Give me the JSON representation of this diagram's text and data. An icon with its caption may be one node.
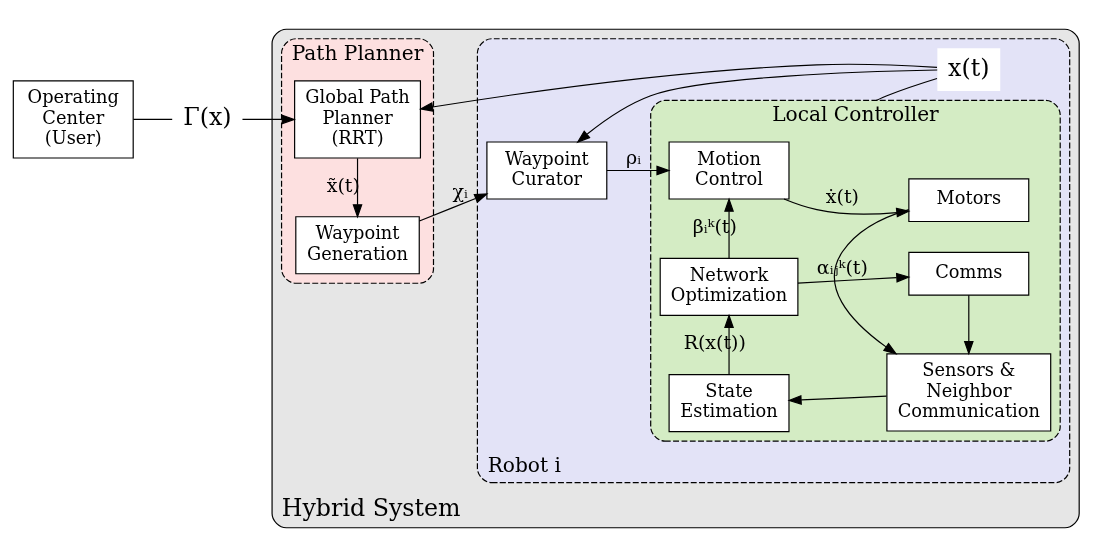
{
  "diagram": {
    "nodes": [
      {
        "text": [
          "Operating Center (User)"
        ]
      },
      {
        "text": [
          "Γ(x)"
        ]
      },
      {
        "text": [
          "Hybrid System"
        ]
      },
      {
        "text": [
          "Path Planner"
        ],
        "in": 2
      },
      {
        "text": [
          "Waypoint Generation"
        ],
        "in": 3
      },
      {
        "text": [
          "Global Path Planner (RRT)"
        ],
        "in": 3
      },
      {
        "text": [
          "Robot i"
        ],
        "in": 2
      },
      {
        "text": [
          "Waypoint Curator"
        ],
        "in": 6
      },
      {
        "text": [
          "Local Controller"
        ],
        "in": 6
      },
      {
        "text": [
          "Motion Control"
        ],
        "in": 8
      },
      {
        "text": [
          "Motors"
        ],
        "in": 8
      },
      {
        "text": [
          "Network Optimization"
        ],
        "in": 8
      },
      {
        "text": [
          "Comms"
        ],
        "in": 8
      },
      {
        "text": [
          "State Estimation"
        ],
        "in": 8
      },
      {
        "text": [
          "Sensors & Neighbor Communication"
        ],
        "in": 8
      },
      {
        "text": [
          "x(t)"
        ],
        "in": 6
      }
    ],
    "edges": [
      {
        "from": 0,
        "to": 1,
        "arrow": "none"
      },
      {
        "from": 1,
        "to": 5,
        "arrow": "to"
      },
      {
        "from": 5,
        "to": 4,
        "arrow": "to",
        "label": "x̃(t)"
      },
      {
        "from": 4,
        "to": 7,
        "arrow": "to",
        "label": "χᵢ"
      },
      {
        "from": 7,
        "to": 9,
        "arrow": "to",
        "label": "ρᵢ"
      },
      {
        "from": 9,
        "to": 10,
        "arrow": "to",
        "label": "ẋ(t)"
      },
      {
        "from": 11,
        "to": 9,
        "arrow": "to",
        "label": "βᵢᵏ(t)"
      },
      {
        "from": 11,
        "to": 12,
        "arrow": "to",
        "label": "αᵢⱼᵏ(t)"
      },
      {
        "from": 13,
        "to": 11,
        "arrow": "to",
        "label": "R(x(t))"
      },
      {
        "from": 10,
        "to": 14,
        "arrow": "to"
      },
      {
        "from": 12,
        "to": 14,
        "arrow": "to"
      },
      {
        "from": 14,
        "to": 13,
        "arrow": "to"
      },
      {
        "from": 8,
        "to": 15,
        "arrow": "none"
      },
      {
        "from": 15,
        "to": 7,
        "arrow": "to"
      },
      {
        "from": 15,
        "to": 5,
        "arrow": "to"
      }
    ]
  }
}
